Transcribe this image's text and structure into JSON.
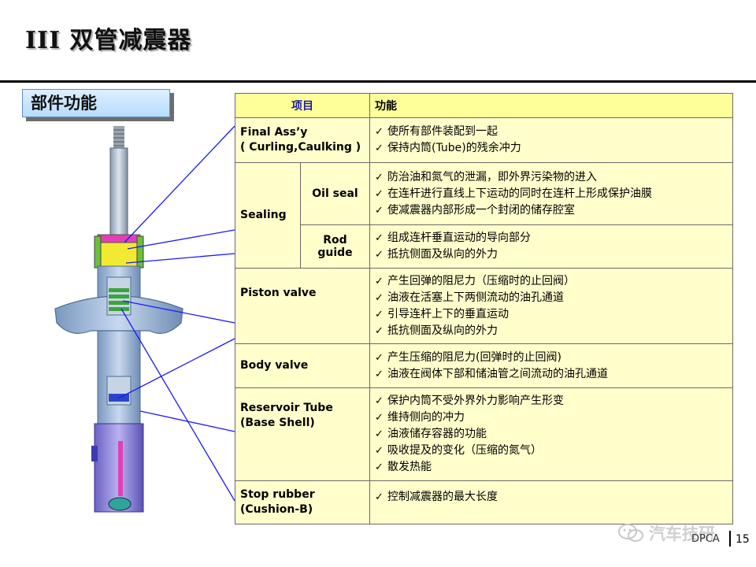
{
  "slide": {
    "title": "III  双管减震器",
    "section_label": "部件功能"
  },
  "table": {
    "header_item": "项目",
    "header_function": "功能",
    "rows": [
      {
        "name": "Final Ass’y\n( Curling,Caulking )",
        "functions": [
          "使所有部件装配到一起",
          "保持内筒(Tube)的残余冲力"
        ]
      },
      {
        "group": "Sealing",
        "sub": "Oil seal",
        "functions": [
          "防治油和氮气的泄漏，即外界污染物的进入",
          "在连杆进行直线上下运动的同时在连杆上形成保护油膜",
          "使减震器内部形成一个封闭的储存腔室"
        ]
      },
      {
        "sub": "Rod guide",
        "functions": [
          "组成连杆垂直运动的导向部分",
          "抵抗侧面及纵向的外力"
        ]
      },
      {
        "name": "Piston valve",
        "functions": [
          "产生回弹的阻尼力（压缩时的止回阀）",
          "油液在活塞上下两侧流动的油孔通道",
          "引导连杆上下的垂直运动",
          "抵抗侧面及纵向的外力"
        ]
      },
      {
        "name": "Body valve",
        "functions": [
          "产生压缩的阻尼力(回弹时的止回阀)",
          "油液在阀体下部和储油管之间流动的油孔通道"
        ]
      },
      {
        "name": "Reservoir Tube\n(Base Shell)",
        "functions": [
          "保护内筒不受外界外力影响产生形变",
          "维持侧向的冲力",
          "油液储存容器的功能",
          "吸收提及的变化（压缩的氮气）",
          "散发热能"
        ]
      },
      {
        "name": "Stop rubber\n(Cushion-B)",
        "functions": [
          "控制减震器的最大长度"
        ]
      }
    ]
  },
  "footer": {
    "brand": "汽车技研",
    "code": "DPCA",
    "page_number": "15"
  },
  "colors": {
    "table_header": "#ffff99",
    "table_cell": "#ffffcc",
    "pointer_line": "#1a1aff",
    "section_box": "#b8dcff"
  }
}
